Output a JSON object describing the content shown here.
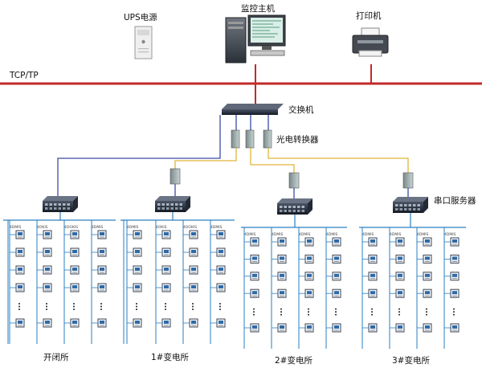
{
  "labels": {
    "ups": "UPS电源",
    "host": "监控主机",
    "printer": "打印机",
    "tcp": "TCP/TP",
    "switch": "交换机",
    "converter": "光电转换器",
    "serial": "串口服务器"
  },
  "stations": [
    {
      "name": "开闭所"
    },
    {
      "name": "1#变电所"
    },
    {
      "name": "2#变电所"
    },
    {
      "name": "3#变电所"
    }
  ],
  "colors": {
    "bus": "#c22a2a",
    "fiber": "#e0b53a",
    "cable": "#3b4aa8",
    "field": "#2a7fc0"
  }
}
